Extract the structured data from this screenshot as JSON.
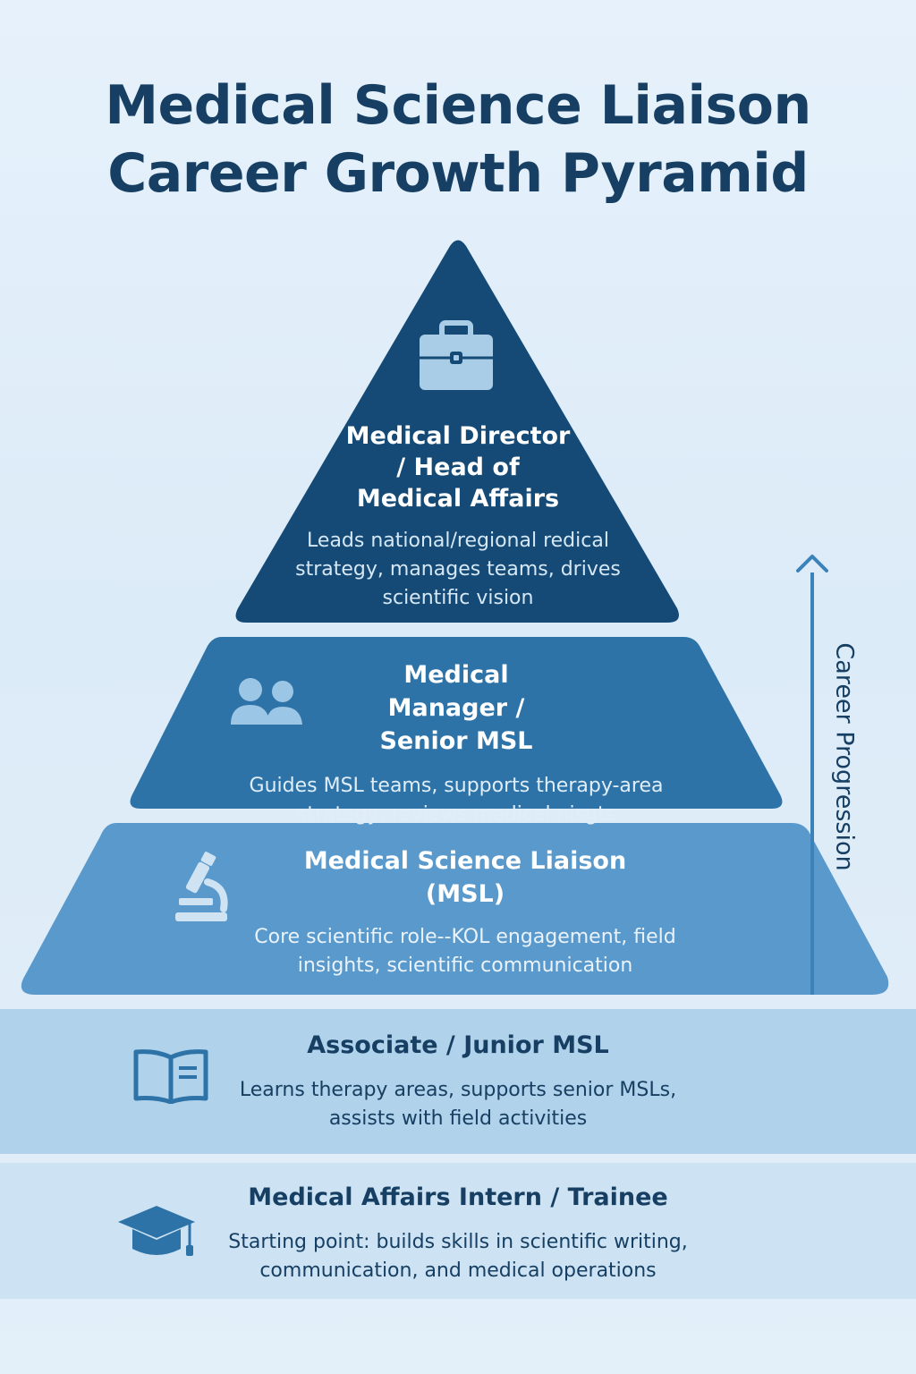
{
  "title": {
    "line1": "Medical Science Liaison",
    "line2": "Career Growth Pyramid"
  },
  "levels": [
    {
      "title": "Medical Director / Head of Medical Affairs",
      "description": "Leads national/regional redical strategy, manages teams, drives scientific vision",
      "icon": "briefcase-icon",
      "color": "#144a75"
    },
    {
      "title": "Medical Manager / Senior MSL",
      "description": "Guides MSL teams, supports therapy-area strategy, reviews medical nisgts",
      "icon": "people-icon",
      "color": "#2e73a8"
    },
    {
      "title": "Medical Science Liaison (MSL)",
      "description": "Core scientific role--KOL engagement, field insights, scientific communication",
      "icon": "microscope-icon",
      "color": "#5d9bcc"
    },
    {
      "title": "Associate / Junior MSL",
      "description": "Learns therapy areas, supports senior MSLs, assists with field activities",
      "icon": "book-icon",
      "color": "#a9cde7"
    },
    {
      "title": "Medical Affairs Intern / Trainee",
      "description": "Starting point: builds skills in scientific writing, communication, and medical operations",
      "icon": "graduation-cap-icon",
      "color": "#c8e0f1"
    }
  ],
  "progression": {
    "label": "Career Progression",
    "arrow_color": "#3b82b8"
  }
}
